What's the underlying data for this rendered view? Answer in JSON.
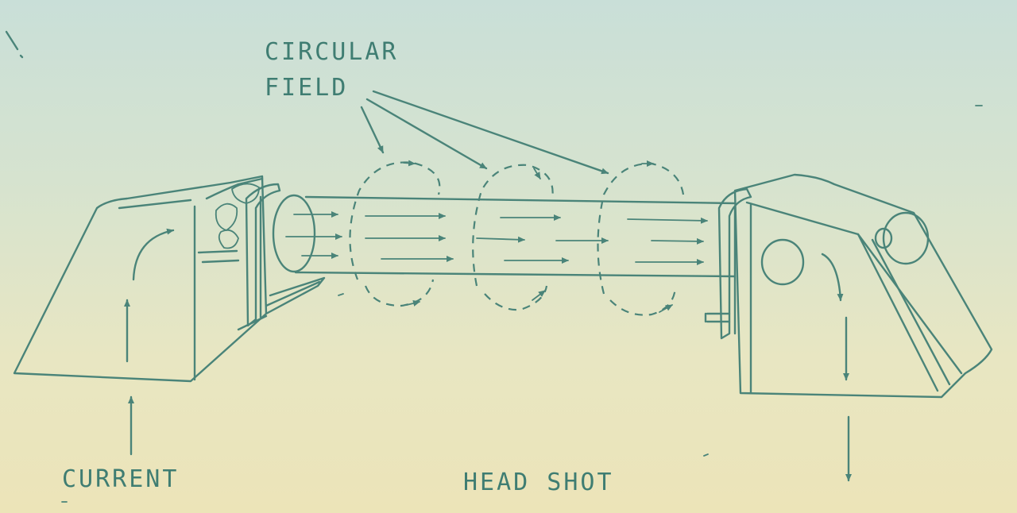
{
  "labels": {
    "circular_field": [
      "CIRCULAR",
      "FIELD"
    ],
    "current": "CURRENT",
    "head_shot": "HEAD SHOT"
  },
  "colors": {
    "ink": "#4a8479",
    "paper_top": "#c9dfd8",
    "paper_bottom": "#ece4b8"
  }
}
